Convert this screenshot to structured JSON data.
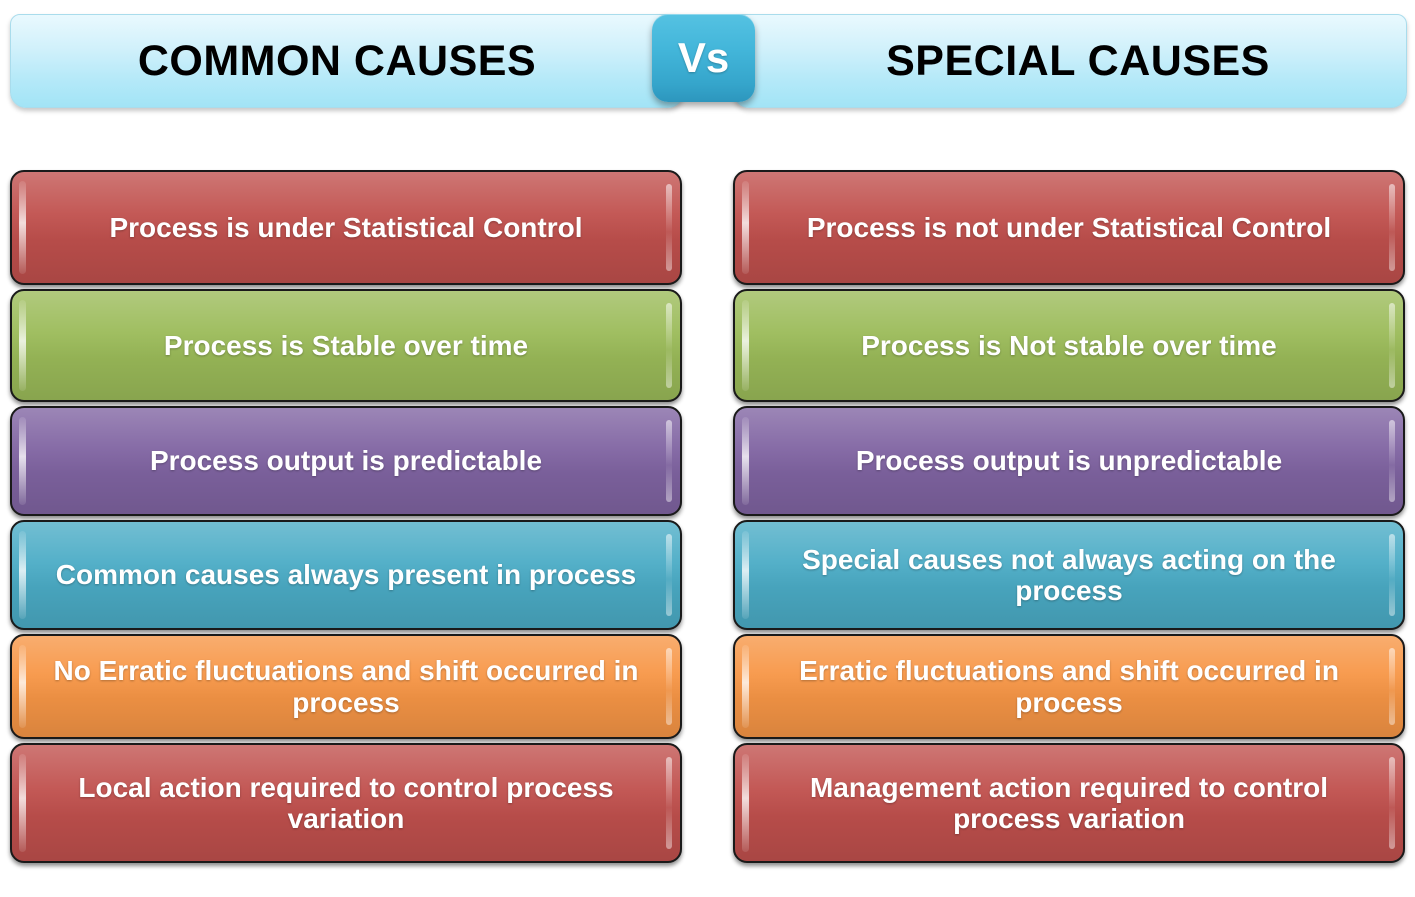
{
  "header": {
    "left_title": "COMMON CAUSES",
    "right_title": "SPECIAL CAUSES",
    "vs_label": "Vs"
  },
  "colors": {
    "red": "#C0504D",
    "green": "#9BBB59",
    "purple": "#8064A2",
    "teal": "#4BACC6",
    "orange": "#F79646",
    "header_light": "#E9F9FE",
    "header_cyan": "#A2E4F6",
    "vs_badge": "#3FB2D6",
    "outline": "#1A1A1A",
    "text": "#FFFFFF"
  },
  "comparison": {
    "left_column": [
      {
        "text": "Process is under Statistical Control",
        "color": "red"
      },
      {
        "text": "Process is Stable over time",
        "color": "green"
      },
      {
        "text": "Process output is predictable",
        "color": "purple"
      },
      {
        "text": "Common causes always present in process",
        "color": "teal"
      },
      {
        "text": "No Erratic fluctuations and shift occurred in process",
        "color": "orange"
      },
      {
        "text": "Local action required to control process variation",
        "color": "red"
      }
    ],
    "right_column": [
      {
        "text": "Process is not under Statistical Control",
        "color": "red"
      },
      {
        "text": "Process is Not stable over time",
        "color": "green"
      },
      {
        "text": "Process output is unpredictable",
        "color": "purple"
      },
      {
        "text": "Special causes not always acting on the process",
        "color": "teal"
      },
      {
        "text": "Erratic fluctuations and shift occurred in process",
        "color": "orange"
      },
      {
        "text": "Management action required to control process variation",
        "color": "red"
      }
    ]
  }
}
